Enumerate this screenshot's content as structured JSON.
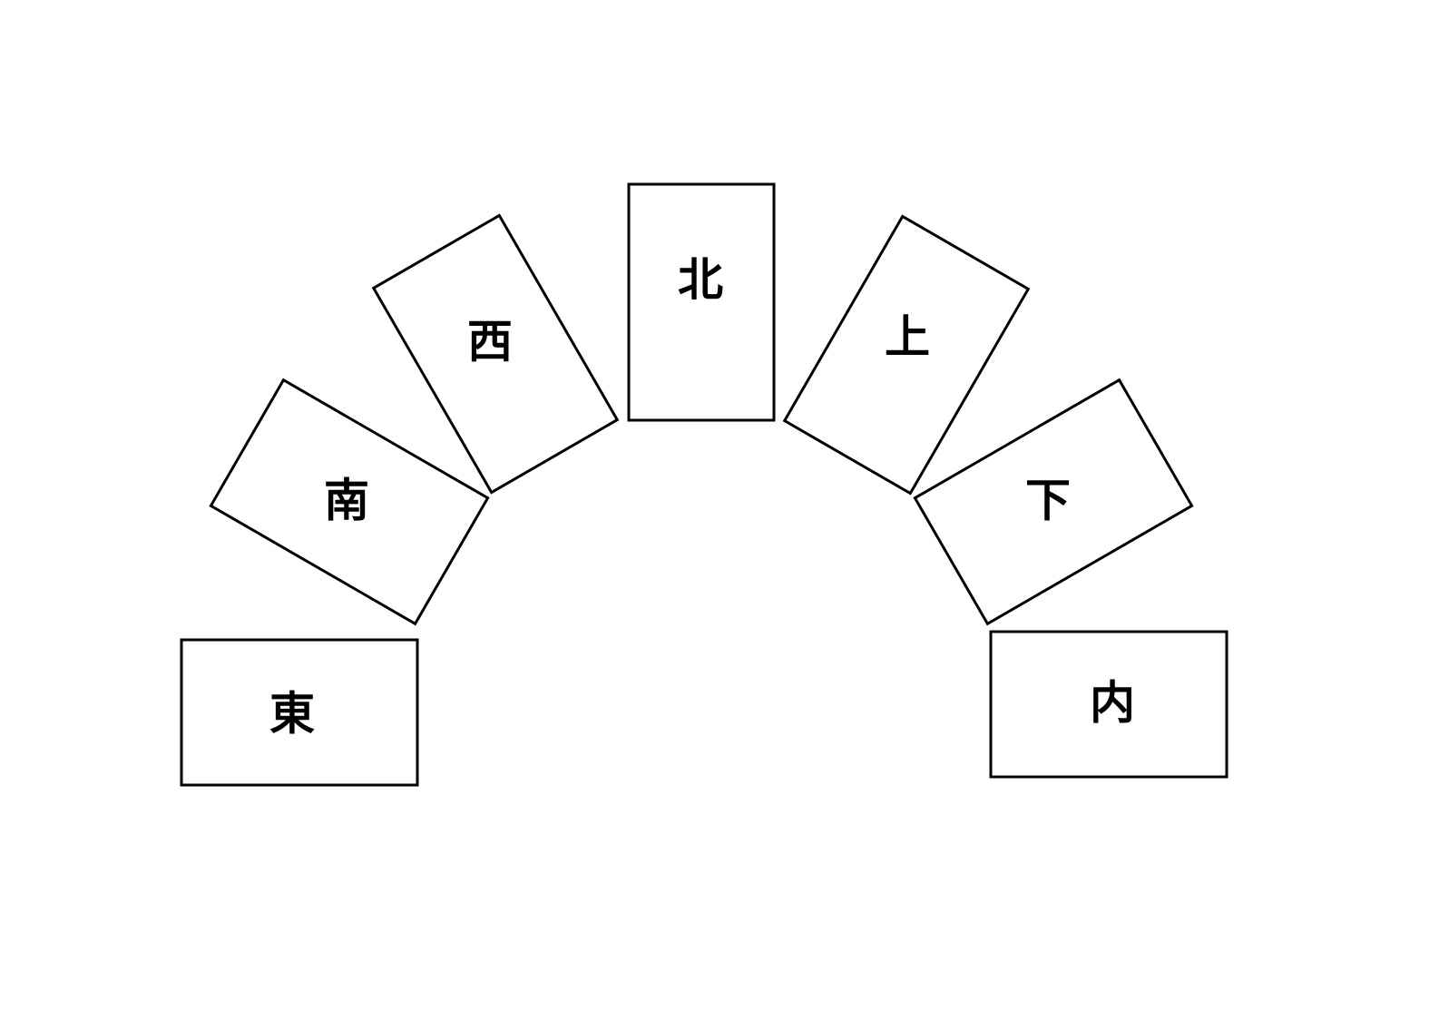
{
  "diagram": {
    "cards": [
      {
        "id": "east",
        "label": "東"
      },
      {
        "id": "south",
        "label": "南"
      },
      {
        "id": "west",
        "label": "西"
      },
      {
        "id": "north",
        "label": "北"
      },
      {
        "id": "up",
        "label": "上"
      },
      {
        "id": "down",
        "label": "下"
      },
      {
        "id": "inner",
        "label": "内"
      }
    ]
  }
}
